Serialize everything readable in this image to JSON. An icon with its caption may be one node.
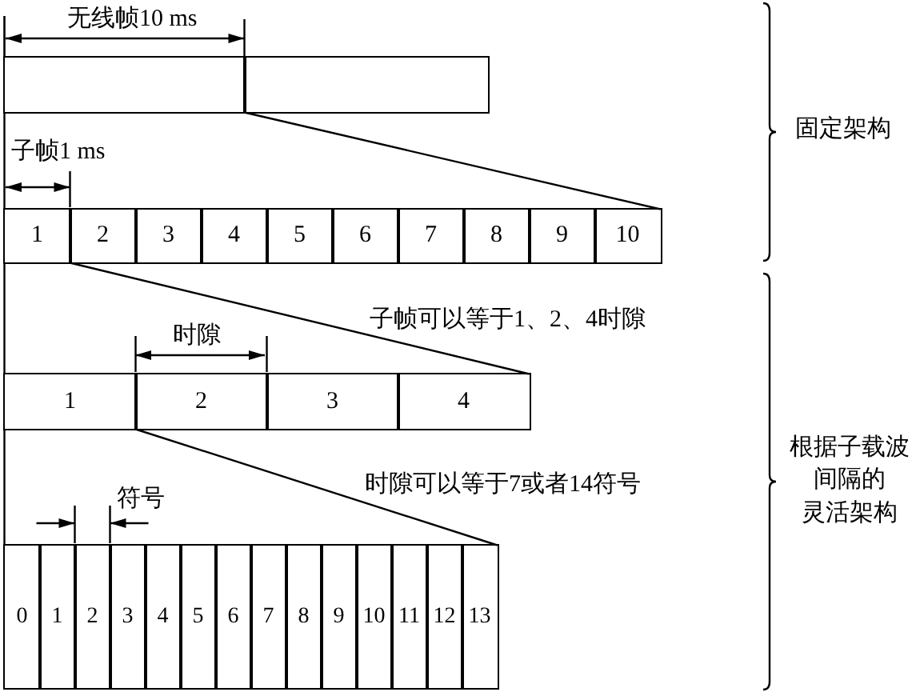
{
  "diagram": {
    "nodes": [
      {
        "text": [],
        "shape": "box"
      },
      {
        "text": [],
        "shape": "box"
      },
      {
        "text": [
          "1"
        ]
      },
      {
        "text": [
          "2"
        ]
      },
      {
        "text": [
          "3"
        ]
      },
      {
        "text": [
          "4"
        ]
      },
      {
        "text": [
          "5"
        ]
      },
      {
        "text": [
          "6"
        ]
      },
      {
        "text": [
          "7"
        ]
      },
      {
        "text": [
          "8"
        ]
      },
      {
        "text": [
          "9"
        ]
      },
      {
        "text": [
          "10"
        ]
      },
      {
        "text": [
          "1"
        ]
      },
      {
        "text": [
          "2"
        ]
      },
      {
        "text": [
          "3"
        ]
      },
      {
        "text": [
          "4"
        ]
      },
      {
        "text": [
          "0"
        ]
      },
      {
        "text": [
          "1"
        ]
      },
      {
        "text": [
          "2"
        ]
      },
      {
        "text": [
          "3"
        ]
      },
      {
        "text": [
          "4"
        ]
      },
      {
        "text": [
          "5"
        ]
      },
      {
        "text": [
          "6"
        ]
      },
      {
        "text": [
          "7"
        ]
      },
      {
        "text": [
          "8"
        ]
      },
      {
        "text": [
          "9"
        ]
      },
      {
        "text": [
          "10"
        ]
      },
      {
        "text": [
          "11"
        ]
      },
      {
        "text": [
          "12"
        ]
      },
      {
        "text": [
          "13"
        ]
      }
    ],
    "edges": [
      {
        "from": 0,
        "to": 2,
        "arrow": "none"
      },
      {
        "from": 0,
        "to": 11,
        "arrow": "none"
      },
      {
        "from": 2,
        "to": 12,
        "arrow": "none"
      },
      {
        "from": 2,
        "to": 15,
        "arrow": "none"
      },
      {
        "from": 12,
        "to": 16,
        "arrow": "none"
      },
      {
        "from": 12,
        "to": 29,
        "arrow": "none"
      }
    ],
    "labels": [
      "无线帧10 ms",
      "固定架构",
      "子帧1 ms",
      "子帧可以等于1、2、4时隙",
      "时隙",
      "根据子载波间隔的灵活架构",
      "时隙可以等于7或者14符号",
      "符号"
    ]
  }
}
